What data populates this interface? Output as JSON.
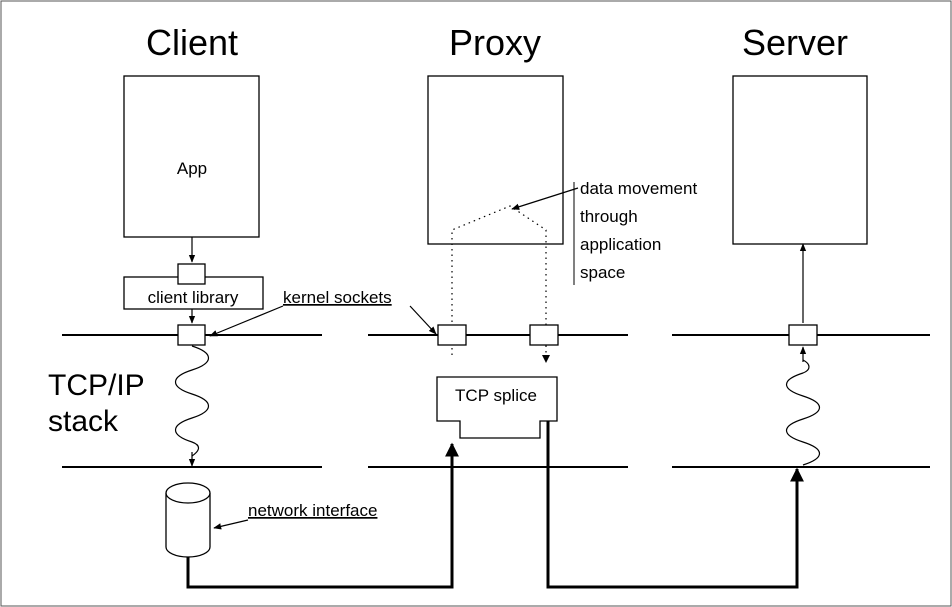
{
  "columns": {
    "client": "Client",
    "proxy": "Proxy",
    "server": "Server"
  },
  "labels": {
    "app": "App",
    "client_library": "client library",
    "kernel_sockets": "kernel sockets",
    "data_movement_1": "data movement",
    "data_movement_2": "through",
    "data_movement_3": "application",
    "data_movement_4": "space",
    "tcpip_1": "TCP/IP",
    "tcpip_2": "stack",
    "tcp_splice": "TCP splice",
    "network_interface": "network interface"
  }
}
